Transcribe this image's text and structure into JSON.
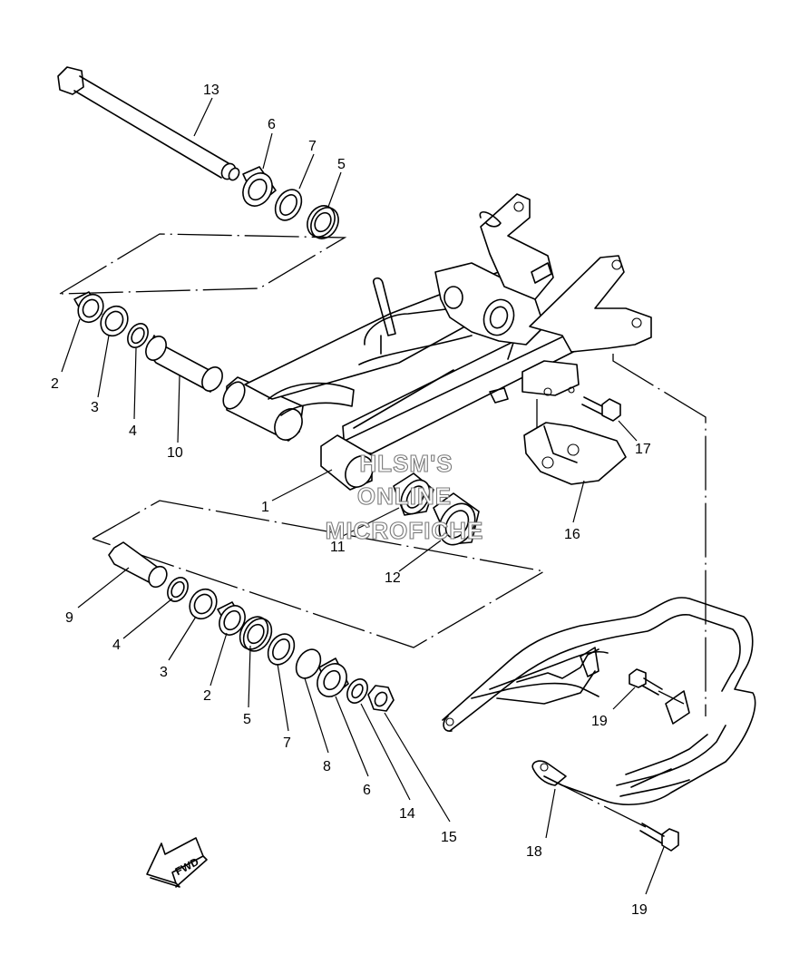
{
  "callouts": {
    "c1": "1",
    "c2a": "2",
    "c2b": "2",
    "c3a": "3",
    "c3b": "3",
    "c4a": "4",
    "c4b": "4",
    "c5a": "5",
    "c5b": "5",
    "c6a": "6",
    "c6b": "6",
    "c7a": "7",
    "c7b": "7",
    "c8": "8",
    "c9": "9",
    "c10": "10",
    "c11": "11",
    "c12": "12",
    "c13": "13",
    "c14": "14",
    "c15": "15",
    "c16": "16",
    "c17": "17",
    "c18": "18",
    "c19a": "19",
    "c19b": "19"
  },
  "watermark": {
    "line1": "HLSM'S",
    "line2": "ONLINE",
    "line3": "MICROFICHE"
  },
  "fwd_label": "FWD"
}
